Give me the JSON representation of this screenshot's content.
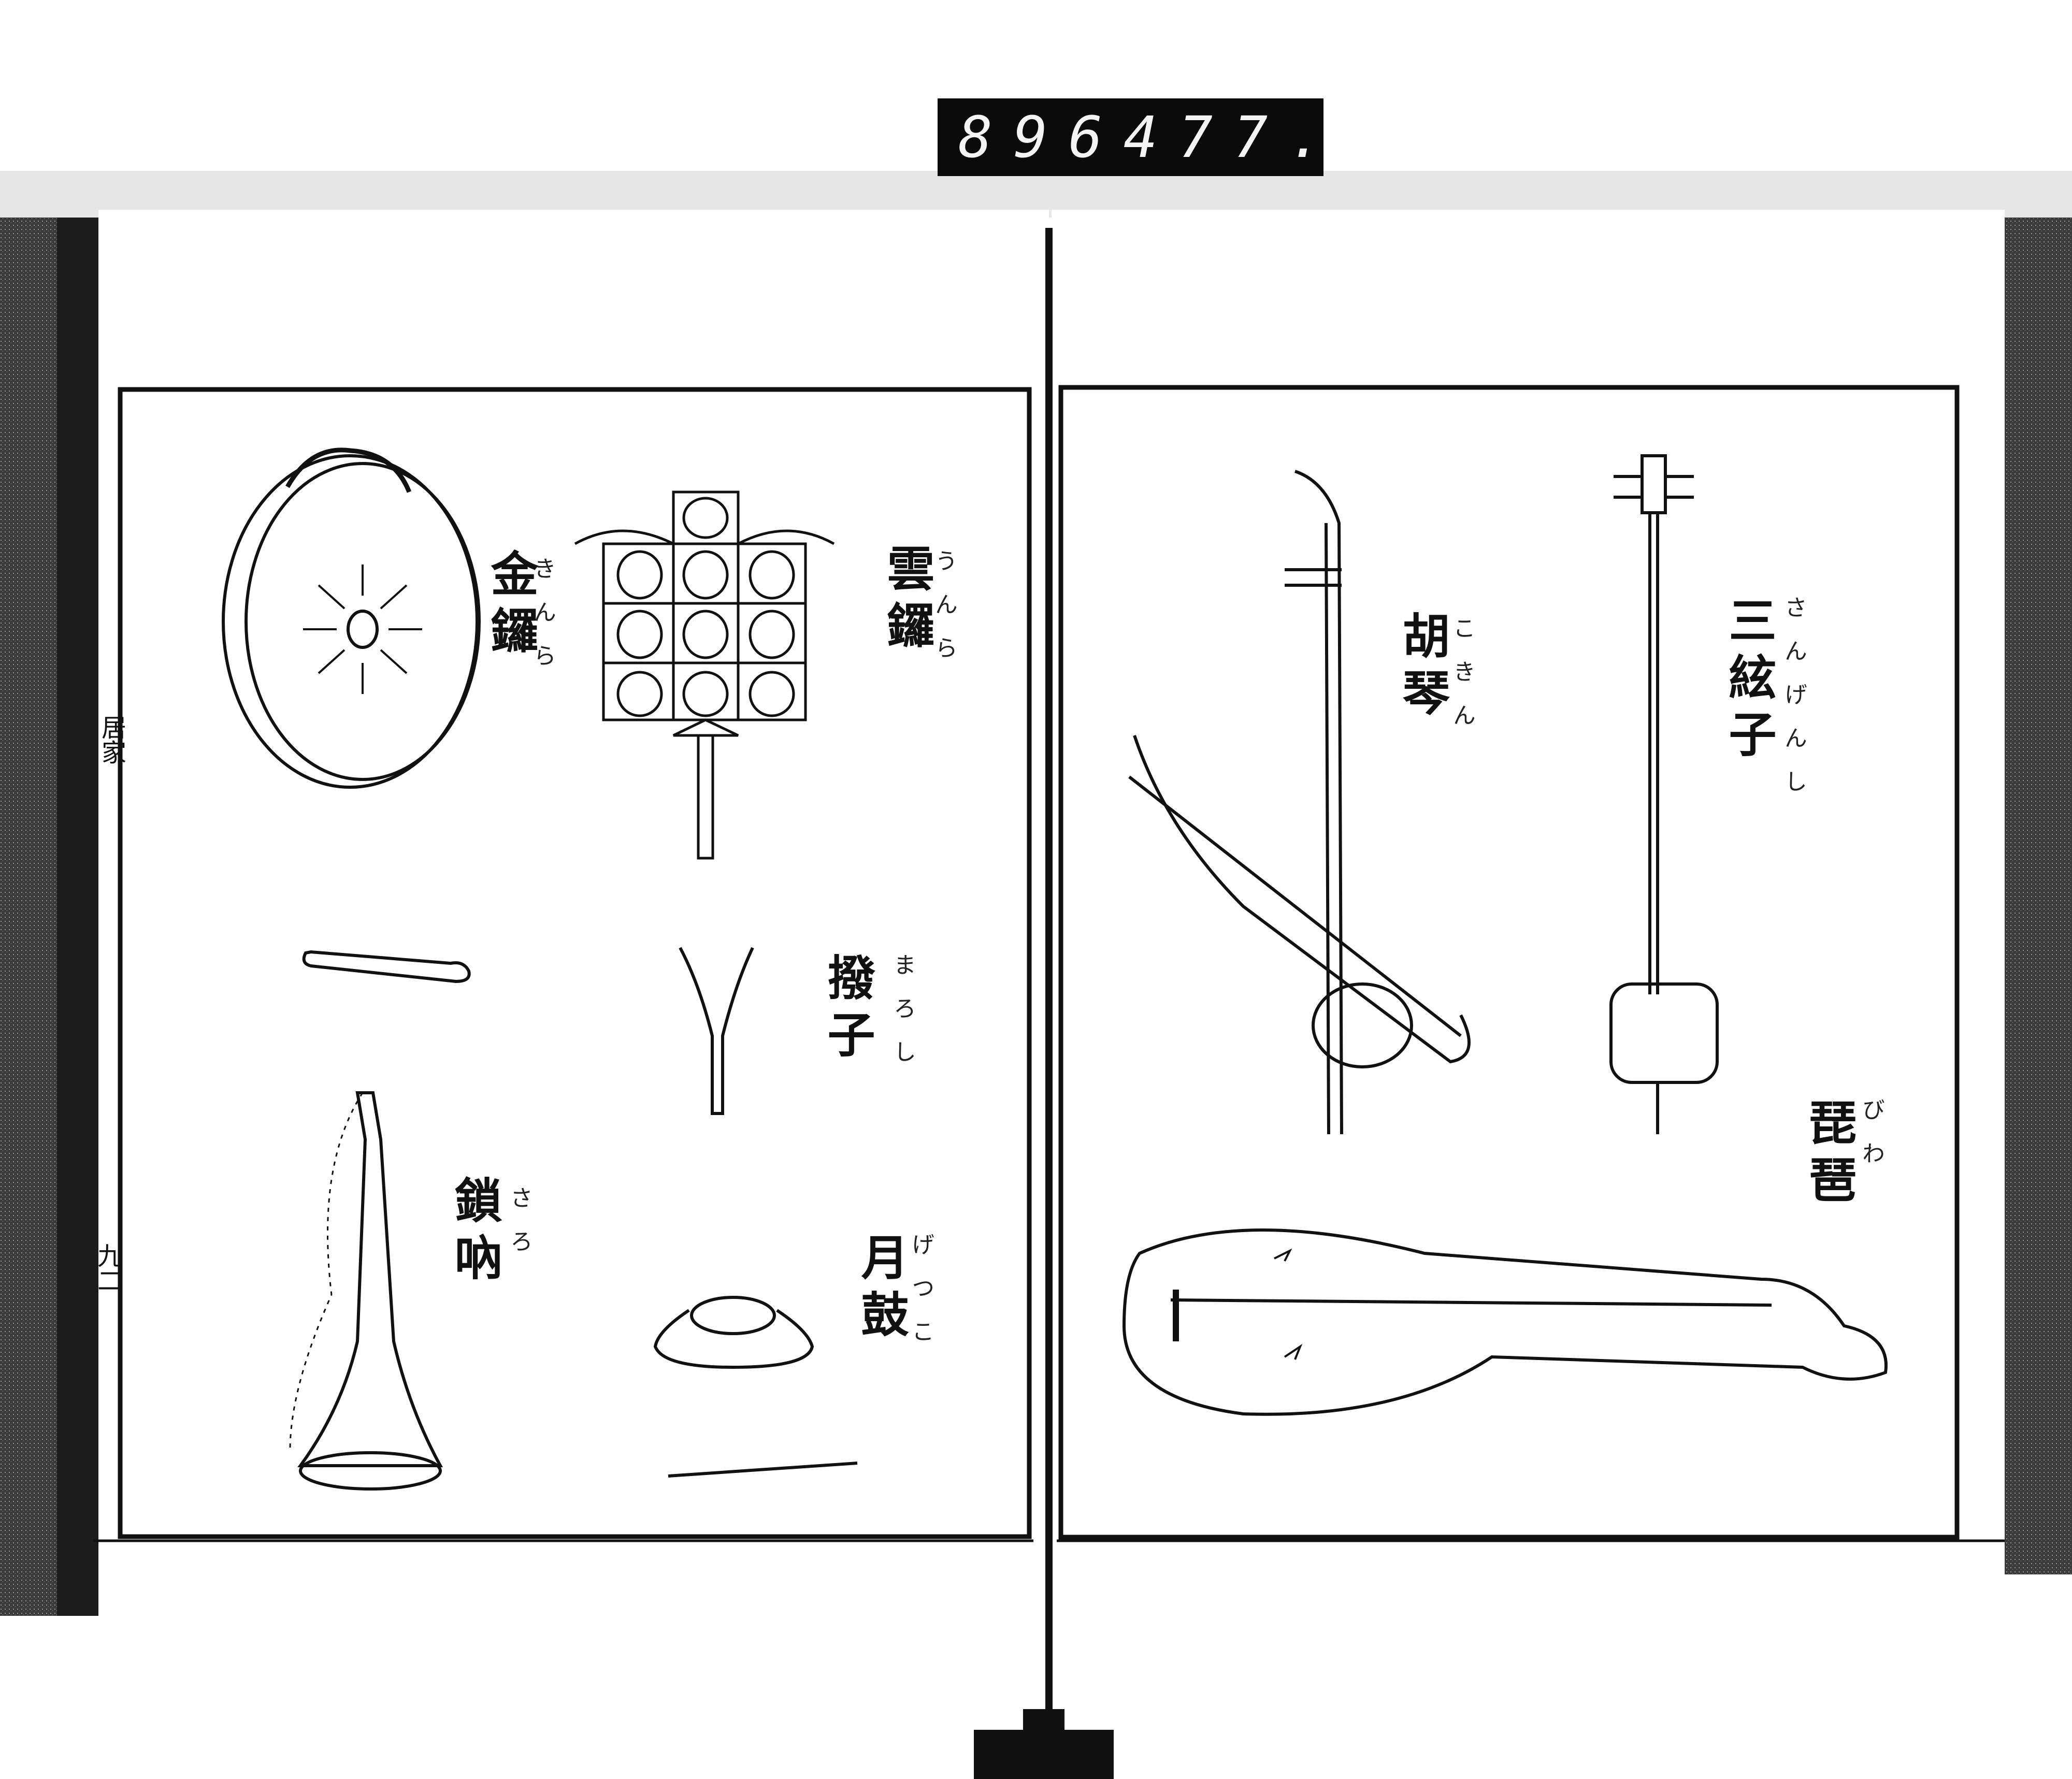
{
  "counter": {
    "left_number": "896",
    "right_number": "477."
  },
  "left_margin": {
    "title": "居家",
    "page_number": "九二"
  },
  "left_page": {
    "items": [
      {
        "name": "金鑼",
        "reading": "きんら"
      },
      {
        "name": "雲鑼",
        "reading": "うんら"
      },
      {
        "name": "撥子",
        "reading": "まろし"
      },
      {
        "name": "鎖吶",
        "reading": "さろ"
      },
      {
        "name": "月鼓",
        "reading": "げつこ"
      }
    ]
  },
  "right_page": {
    "items": [
      {
        "name": "胡琴",
        "reading": "こきん"
      },
      {
        "name": "三絃子",
        "reading": "さんげんし"
      },
      {
        "name": "琵琶",
        "reading": "びわ"
      }
    ]
  },
  "colors": {
    "ink": "#111111",
    "paper": "#ffffff",
    "binding": "#2a2a2a"
  }
}
